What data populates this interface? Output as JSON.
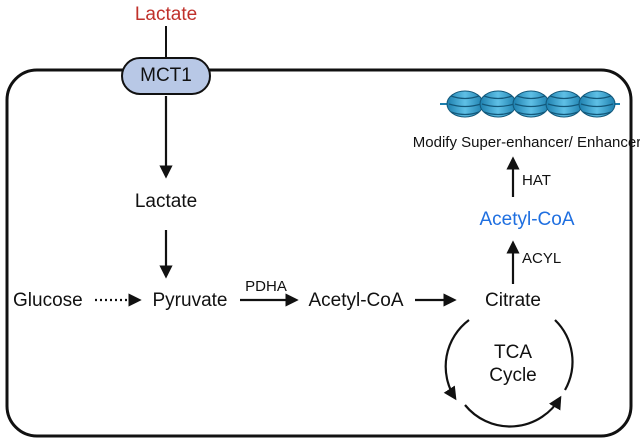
{
  "labels": {
    "lactate_outside": "Lactate",
    "transporter": "MCT1",
    "lactate_inside": "Lactate",
    "glucose": "Glucose",
    "pyruvate": "Pyruvate",
    "pdha": "PDHA",
    "acetyl_coa": "Acetyl-CoA",
    "citrate": "Citrate",
    "tca_line1": "TCA",
    "tca_line2": "Cycle",
    "acyl": "ACYL",
    "acetyl_coa_nuclear": "Acetyl-CoA",
    "hat": "HAT",
    "modify": "Modify Super-enhancer/ Enhancer"
  },
  "colors": {
    "lactate_outside": "#c0312b",
    "acetyl_coa_nuclear": "#1f6fe0",
    "transporter_fill": "#b8c8e6",
    "nucleosome": "#3aa3cf",
    "line": "#111111"
  },
  "icons": {
    "nucleosomes": "nucleosome-icon",
    "count": 5
  }
}
